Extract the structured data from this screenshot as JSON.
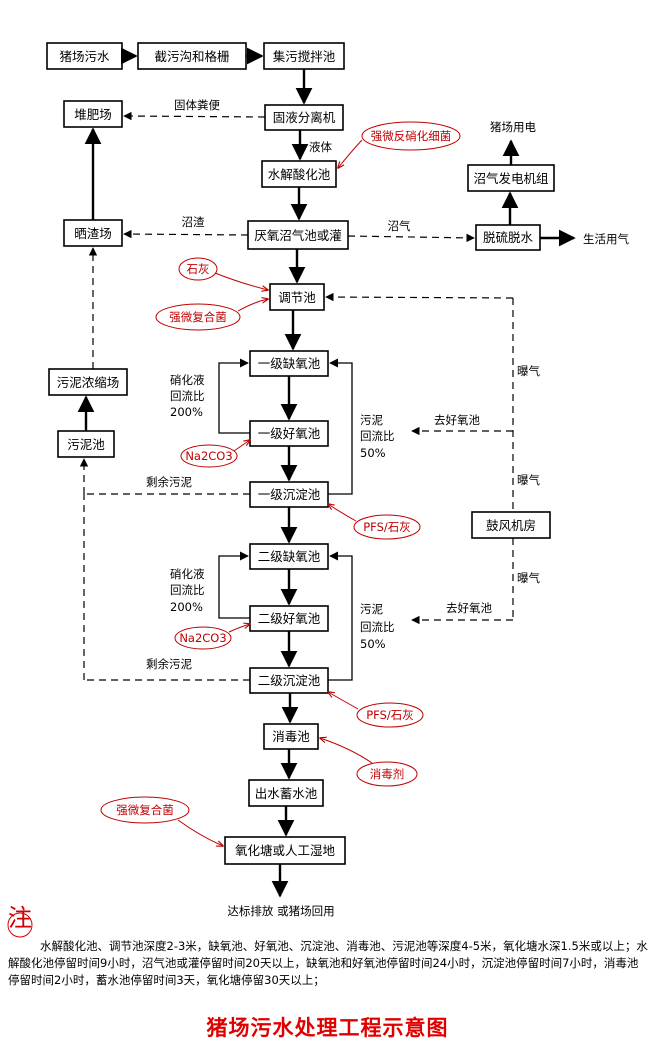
{
  "boxes": {
    "pig_wastewater": "猪场污水",
    "grit_grille": "截污沟和格栅",
    "collection_tank": "集污搅拌池",
    "solid_liquid": "固液分离机",
    "hydrolysis": "水解酸化池",
    "anaerobic": "厌氧沼气池或灌",
    "compost": "堆肥场",
    "drying": "晒渣场",
    "regulating": "调节池",
    "anoxic1": "一级缺氧池",
    "aerobic1": "一级好氧池",
    "settling1": "一级沉淀池",
    "anoxic2": "二级缺氧池",
    "aerobic2": "二级好氧池",
    "settling2": "二级沉淀池",
    "disinfection": "消毒池",
    "storage": "出水蓄水池",
    "oxidation_pond": "氧化塘或人工湿地",
    "sludge_tank": "污泥池",
    "sludge_thickening": "污泥浓缩场",
    "blower": "鼓风机房",
    "desulfurize": "脱硫脱水",
    "generator": "沼气发电机组"
  },
  "labels": {
    "solid_manure": "固体粪便",
    "liquid": "液体",
    "residue": "沼渣",
    "biogas": "沼气",
    "farm_power": "猪场用电",
    "domestic_gas": "生活用气",
    "nitrate_return_1": "硝化液",
    "nitrate_return_2": "回流比",
    "nitrate_return_3": "200%",
    "sludge_return_1": "污泥",
    "sludge_return_2": "回流比",
    "sludge_return_3": "50%",
    "excess_sludge": "剩余污泥",
    "aeration": "曝气",
    "to_aerobic": "去好氧池",
    "discharge": "达标排放 或猪场回用"
  },
  "additives": {
    "denitrify_bacteria": "强微反硝化细菌",
    "lime": "石灰",
    "compound_bacteria": "强微复合菌",
    "na2co3": "Na2CO3",
    "pfs_lime": "PFS/石灰",
    "disinfectant": "消毒剂"
  },
  "note": {
    "mark": "注",
    "text": "水解酸化池、调节池深度2-3米，缺氧池、好氧池、沉淀池、消毒池、污泥池等深度4-5米，氧化塘水深1.5米或以上；水解酸化池停留时间9小时，沼气池或灌停留时间20天以上，缺氧池和好氧池停留时间24小时，沉淀池停留时间7小时，消毒池停留时间2小时，蓄水池停留时间3天，氧化塘停留30天以上；"
  },
  "title": "猪场污水处理工程示意图",
  "colors": {
    "annotation": "#c00000",
    "title": "#e00000"
  }
}
